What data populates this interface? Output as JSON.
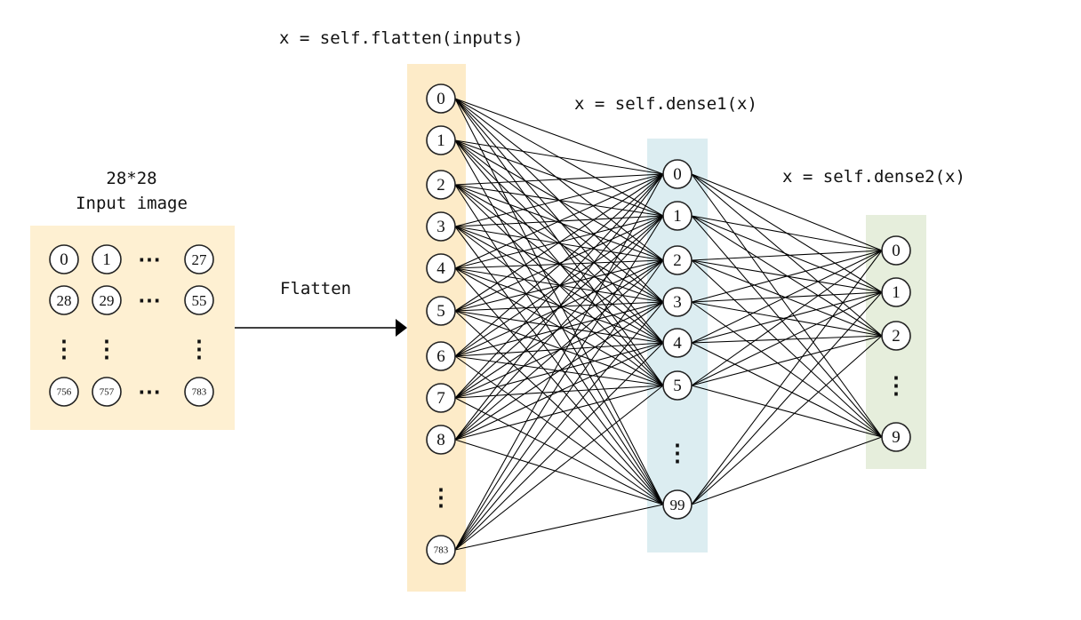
{
  "labels": {
    "flatten_code": "x = self.flatten(inputs)",
    "dense1_code": "x = self.dense1(x)",
    "dense2_code": "x = self.dense2(x)",
    "input_size": "28*28",
    "input_title": "Input image",
    "flatten_arrow": "Flatten"
  },
  "colors": {
    "input_panel": "#FEF0D2",
    "flatten_column": "#FDEBC8",
    "dense1_column": "#DCEDF1",
    "dense2_column": "#E6EEDC",
    "edges": "#000000"
  },
  "input_grid": {
    "rows": [
      [
        "0",
        "1",
        "⋯",
        "27"
      ],
      [
        "28",
        "29",
        "⋯",
        "55"
      ],
      [
        "⋮",
        "⋮",
        "",
        "⋮"
      ],
      [
        "756",
        "757",
        "⋯",
        "783"
      ]
    ]
  },
  "layers": {
    "flatten": [
      "0",
      "1",
      "2",
      "3",
      "4",
      "5",
      "6",
      "7",
      "8",
      "⋮",
      "783"
    ],
    "dense1": [
      "0",
      "1",
      "2",
      "3",
      "4",
      "5",
      "⋮",
      "99"
    ],
    "dense2": [
      "0",
      "1",
      "2",
      "⋮",
      "9"
    ]
  }
}
